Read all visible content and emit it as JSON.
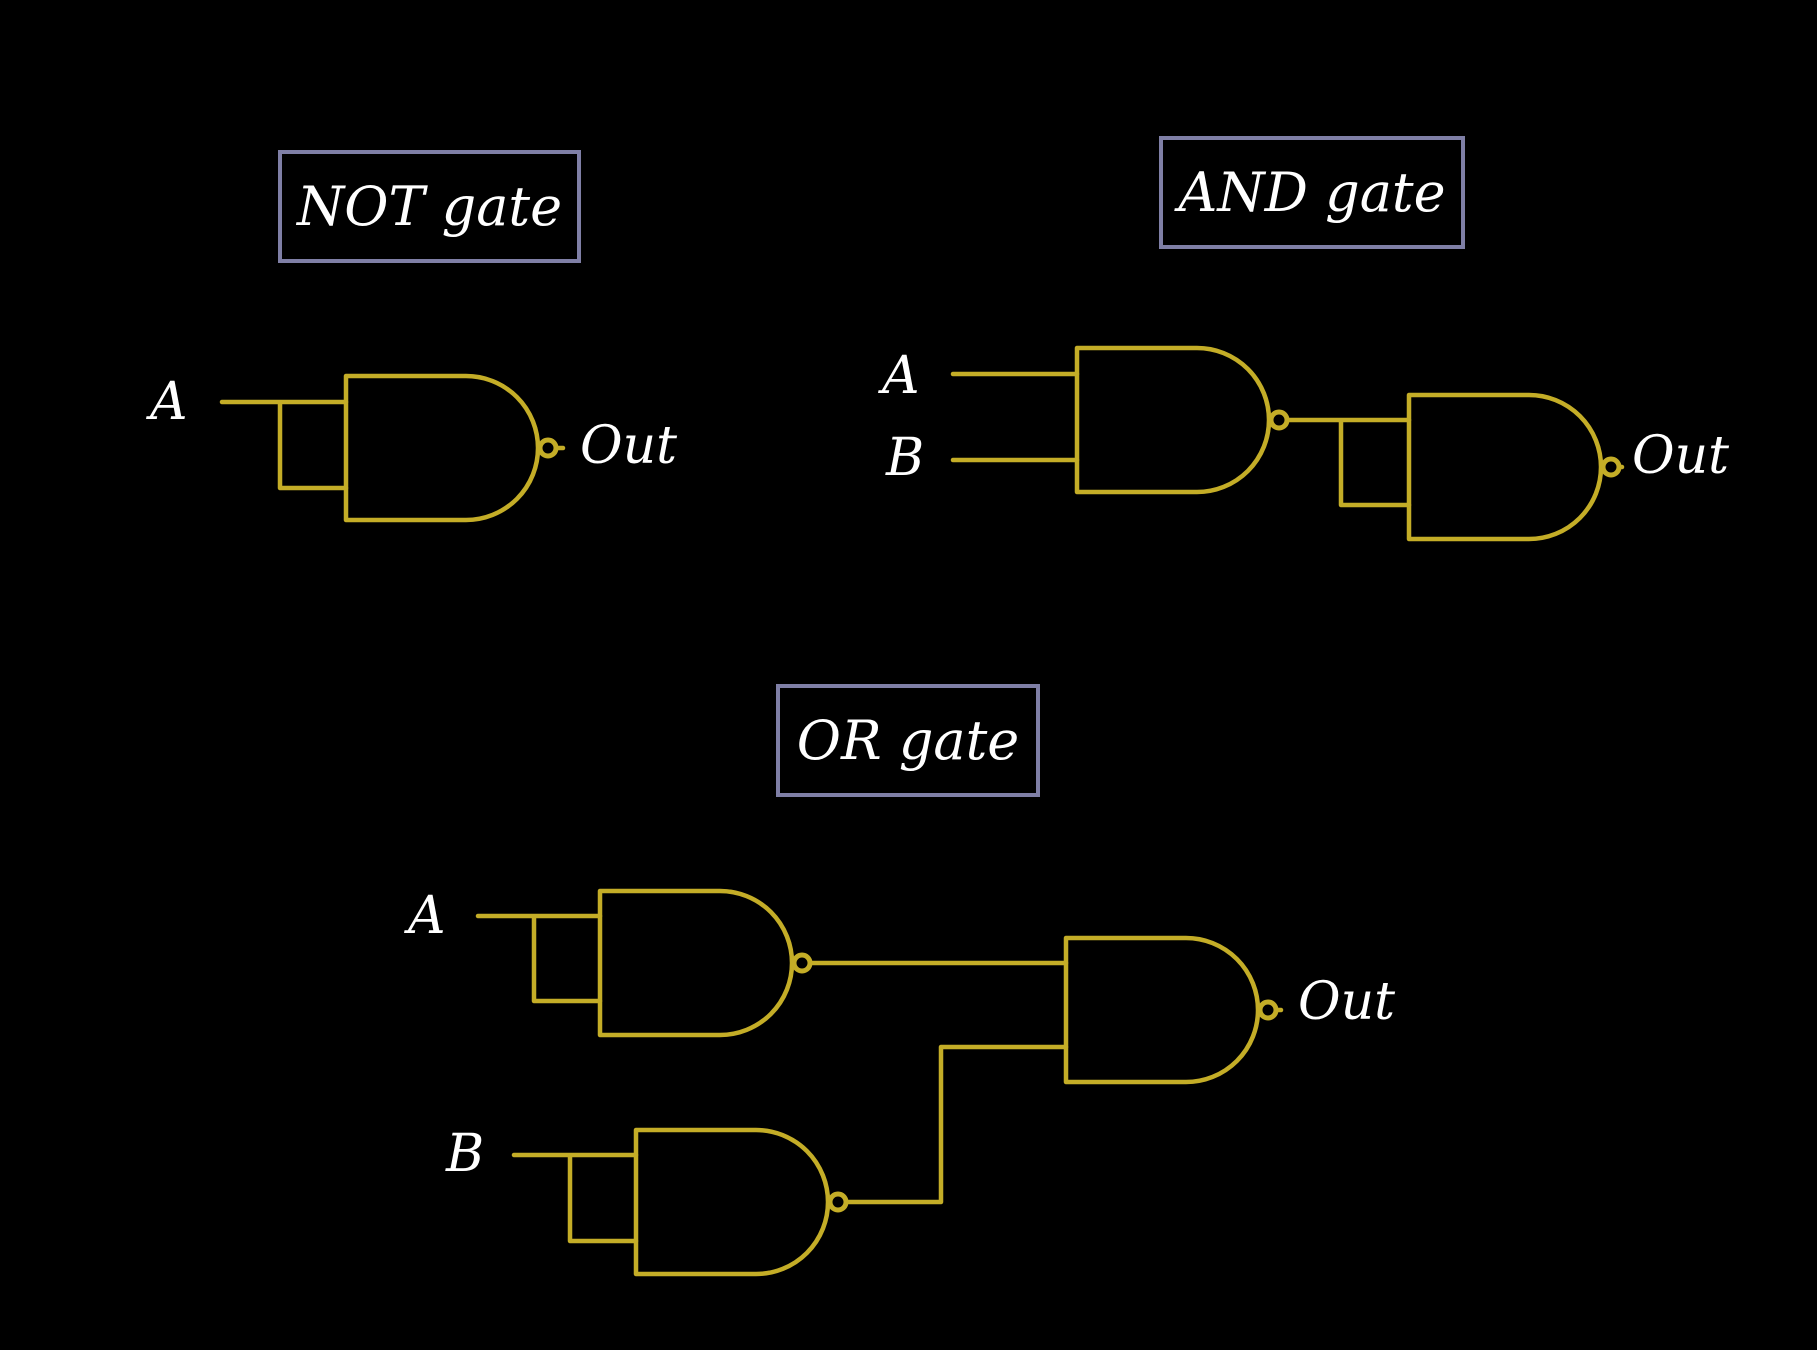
{
  "colors": {
    "background": "#000000",
    "wire": "#c4ad27",
    "text": "#ffffff",
    "label_border": "#7f7fa6"
  },
  "diagrams": {
    "not_gate": {
      "title": "NOT gate",
      "input_a": "A",
      "output": "Out"
    },
    "and_gate": {
      "title": "AND gate",
      "input_a": "A",
      "input_b": "B",
      "output": "Out"
    },
    "or_gate": {
      "title": "OR gate",
      "input_a": "A",
      "input_b": "B",
      "output": "Out"
    }
  }
}
